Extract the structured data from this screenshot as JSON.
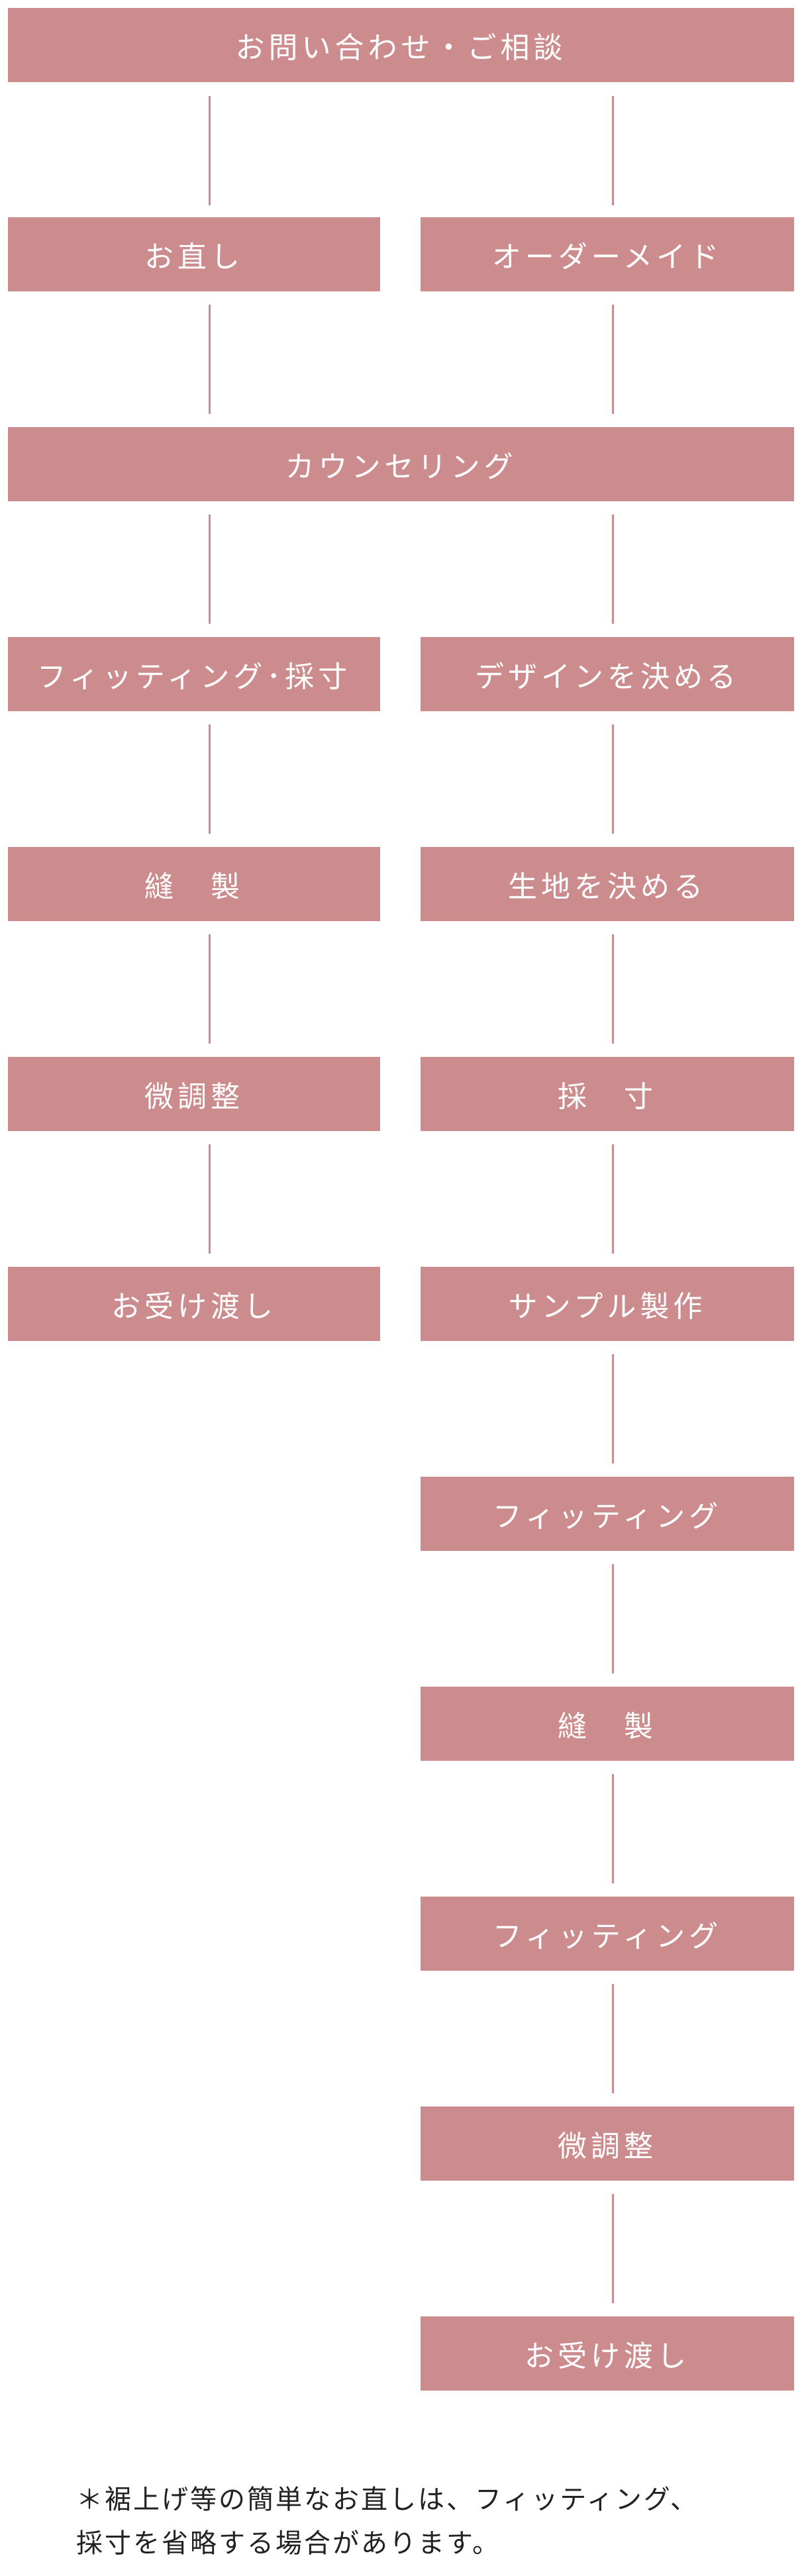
{
  "colors": {
    "box_fill": "#cc8c8e",
    "box_text": "#ffffff",
    "connector": "#cc8c8e",
    "note_text": "#222222"
  },
  "flow": {
    "start": "お問い合わせ・ご相談",
    "branch1": {
      "left": "お直し",
      "right": "オーダーメイド"
    },
    "counseling": "カウンセリング",
    "alteration": [
      "フィッティング･採寸",
      "縫　製",
      "微調整",
      "お受け渡し"
    ],
    "order": [
      "デザインを決める",
      "生地を決める",
      "採　寸",
      "サンプル製作",
      "フィッティング",
      "縫　製",
      "フィッティング",
      "微調整",
      "お受け渡し"
    ]
  },
  "note": {
    "line1": "＊裾上げ等の簡単なお直しは、フィッティング、",
    "line2": "採寸を省略する場合があります。"
  }
}
